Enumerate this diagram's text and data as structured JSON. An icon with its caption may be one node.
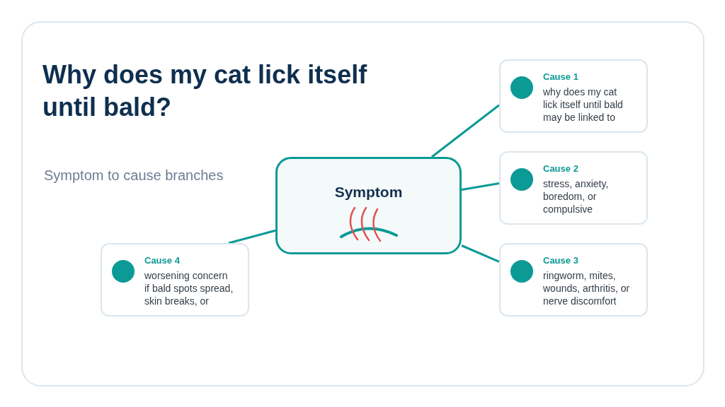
{
  "diagram": {
    "title": "Why does my cat lick itself until bald?",
    "nodes": [
      {
        "text": [
          "Symptom"
        ]
      },
      {
        "text": [
          "Cause 1",
          "why does my cat lick itself until bald may be linked to"
        ]
      },
      {
        "text": [
          "Cause 2",
          "stress, anxiety, boredom, or compulsive"
        ]
      },
      {
        "text": [
          "Cause 3",
          "ringworm, mites, wounds, arthritis, or nerve discomfort"
        ]
      },
      {
        "text": [
          "Cause 4",
          "worsening concern if bald spots spread, skin breaks, or"
        ]
      }
    ],
    "edges": [
      {
        "from": 0,
        "to": 1,
        "arrow": "none"
      },
      {
        "from": 0,
        "to": 2,
        "arrow": "none"
      },
      {
        "from": 0,
        "to": 3,
        "arrow": "none"
      },
      {
        "from": 0,
        "to": 4,
        "arrow": "none"
      }
    ],
    "labels": [
      "Symptom to cause branches"
    ]
  }
}
